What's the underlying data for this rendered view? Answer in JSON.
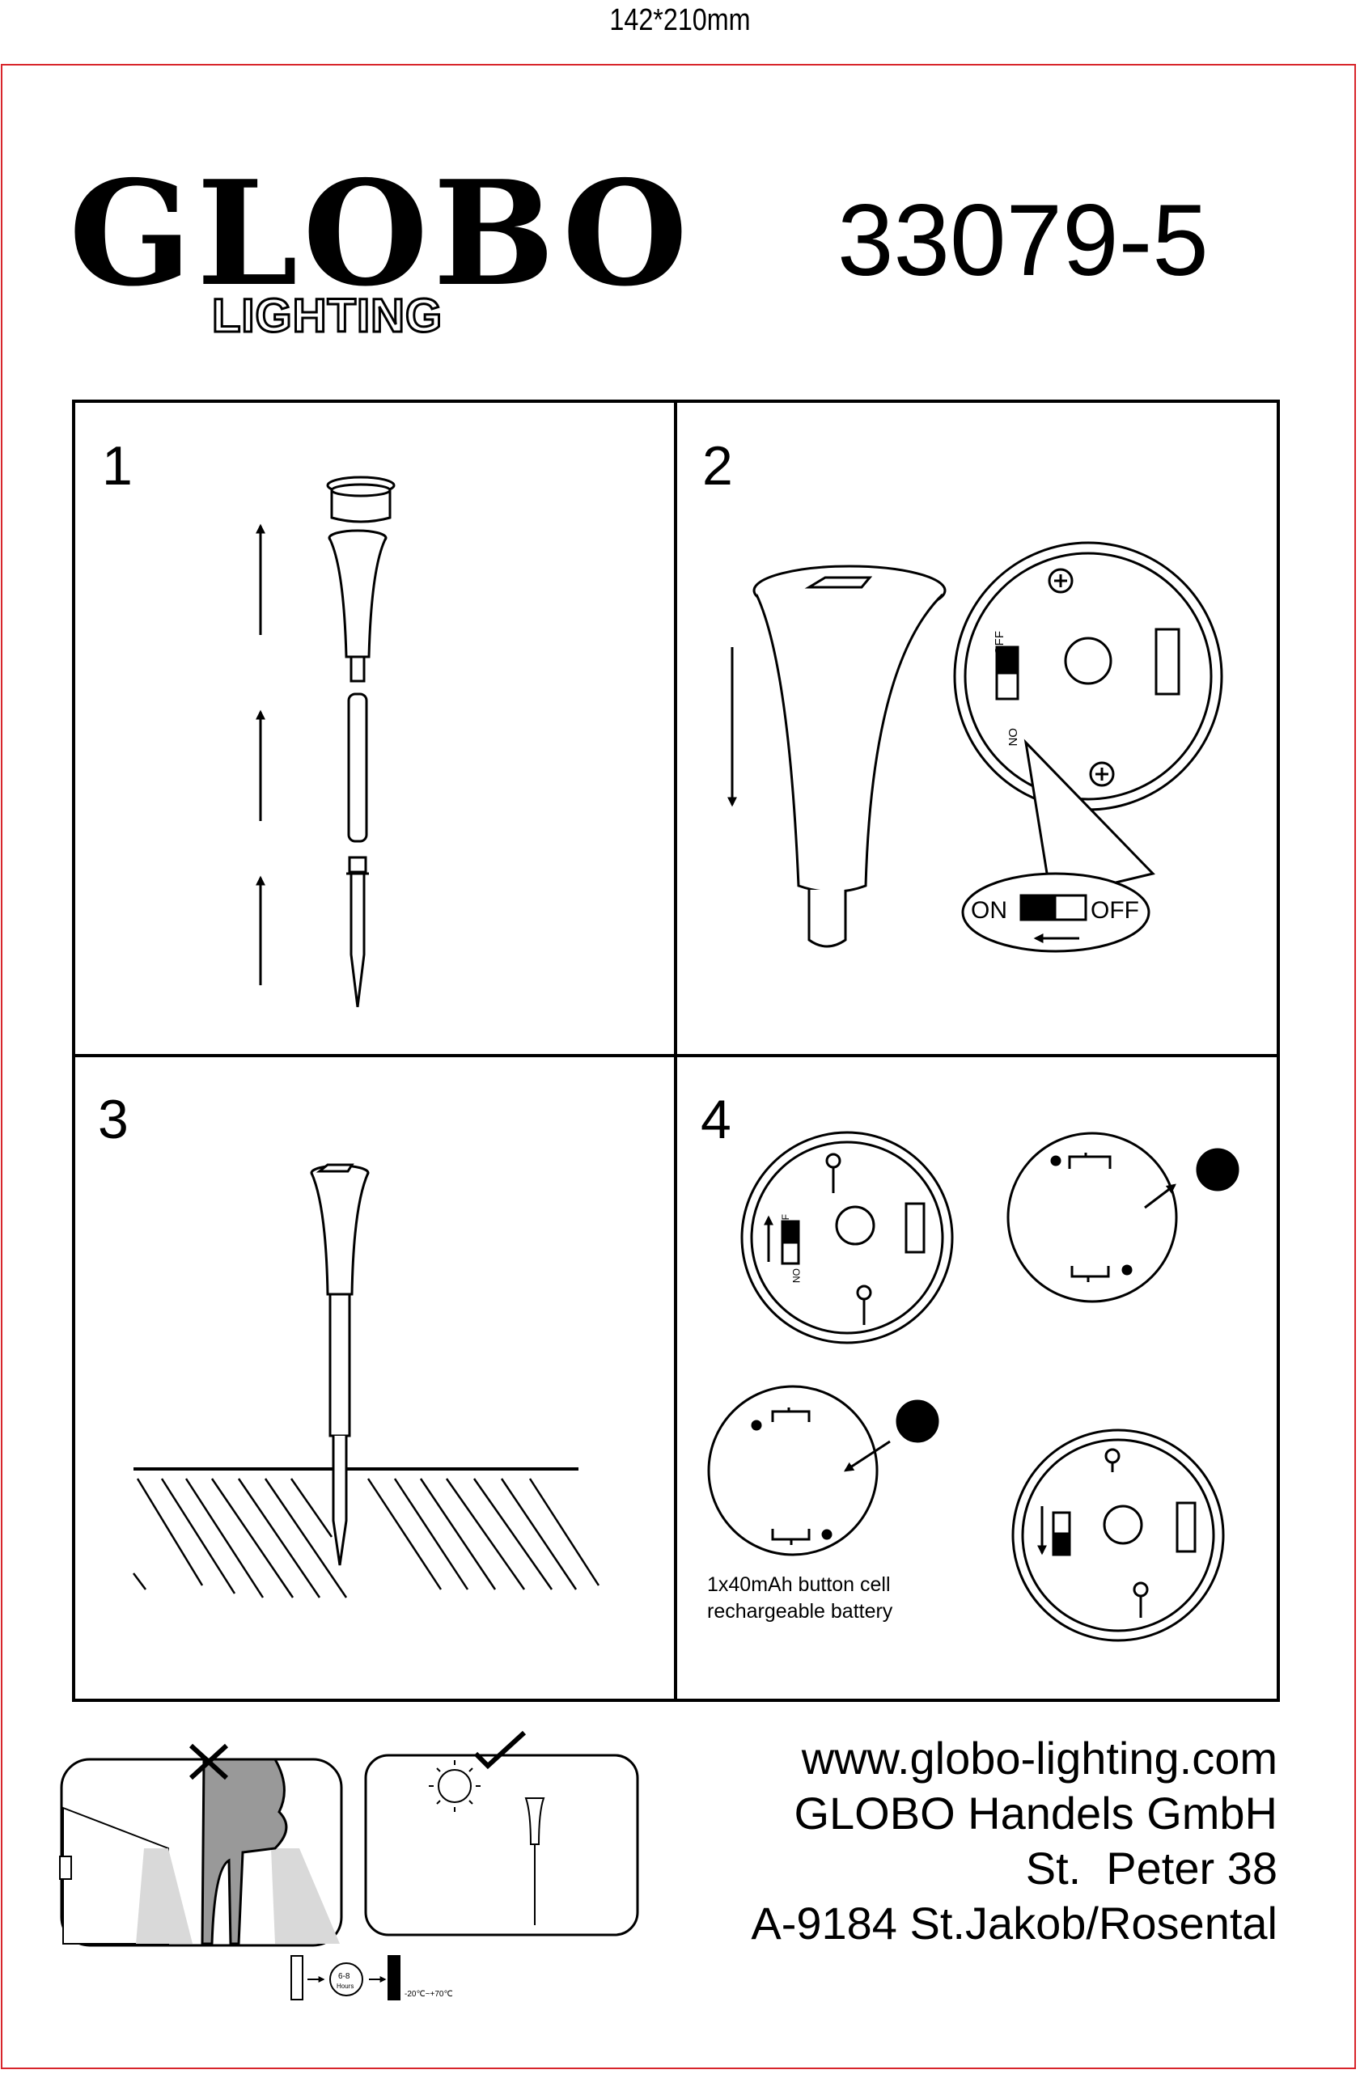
{
  "header": {
    "size_label": "142*210mm",
    "brand": "GLOBO",
    "brand_sub": "LIGHTING",
    "model_number": "33079-5"
  },
  "steps": [
    {
      "number": "1"
    },
    {
      "number": "2",
      "switch_on": "ON",
      "switch_off": "OFF"
    },
    {
      "number": "3"
    },
    {
      "number": "4",
      "battery_caption_line1": "1x40mAh button cell",
      "battery_caption_line2": "rechargeable battery"
    }
  ],
  "charging": {
    "hours_label": "6-8",
    "hours_unit": "Hours",
    "temperature_range": "-20℃~+70℃"
  },
  "footer": {
    "website": "www.globo-lighting.com",
    "company": "GLOBO Handels GmbH",
    "street": "St.  Peter 38",
    "city": "A-9184 St.Jakob/Rosental"
  },
  "colors": {
    "frame": "#d8252b",
    "shade": "#999999",
    "light": "#d9d9d9"
  }
}
